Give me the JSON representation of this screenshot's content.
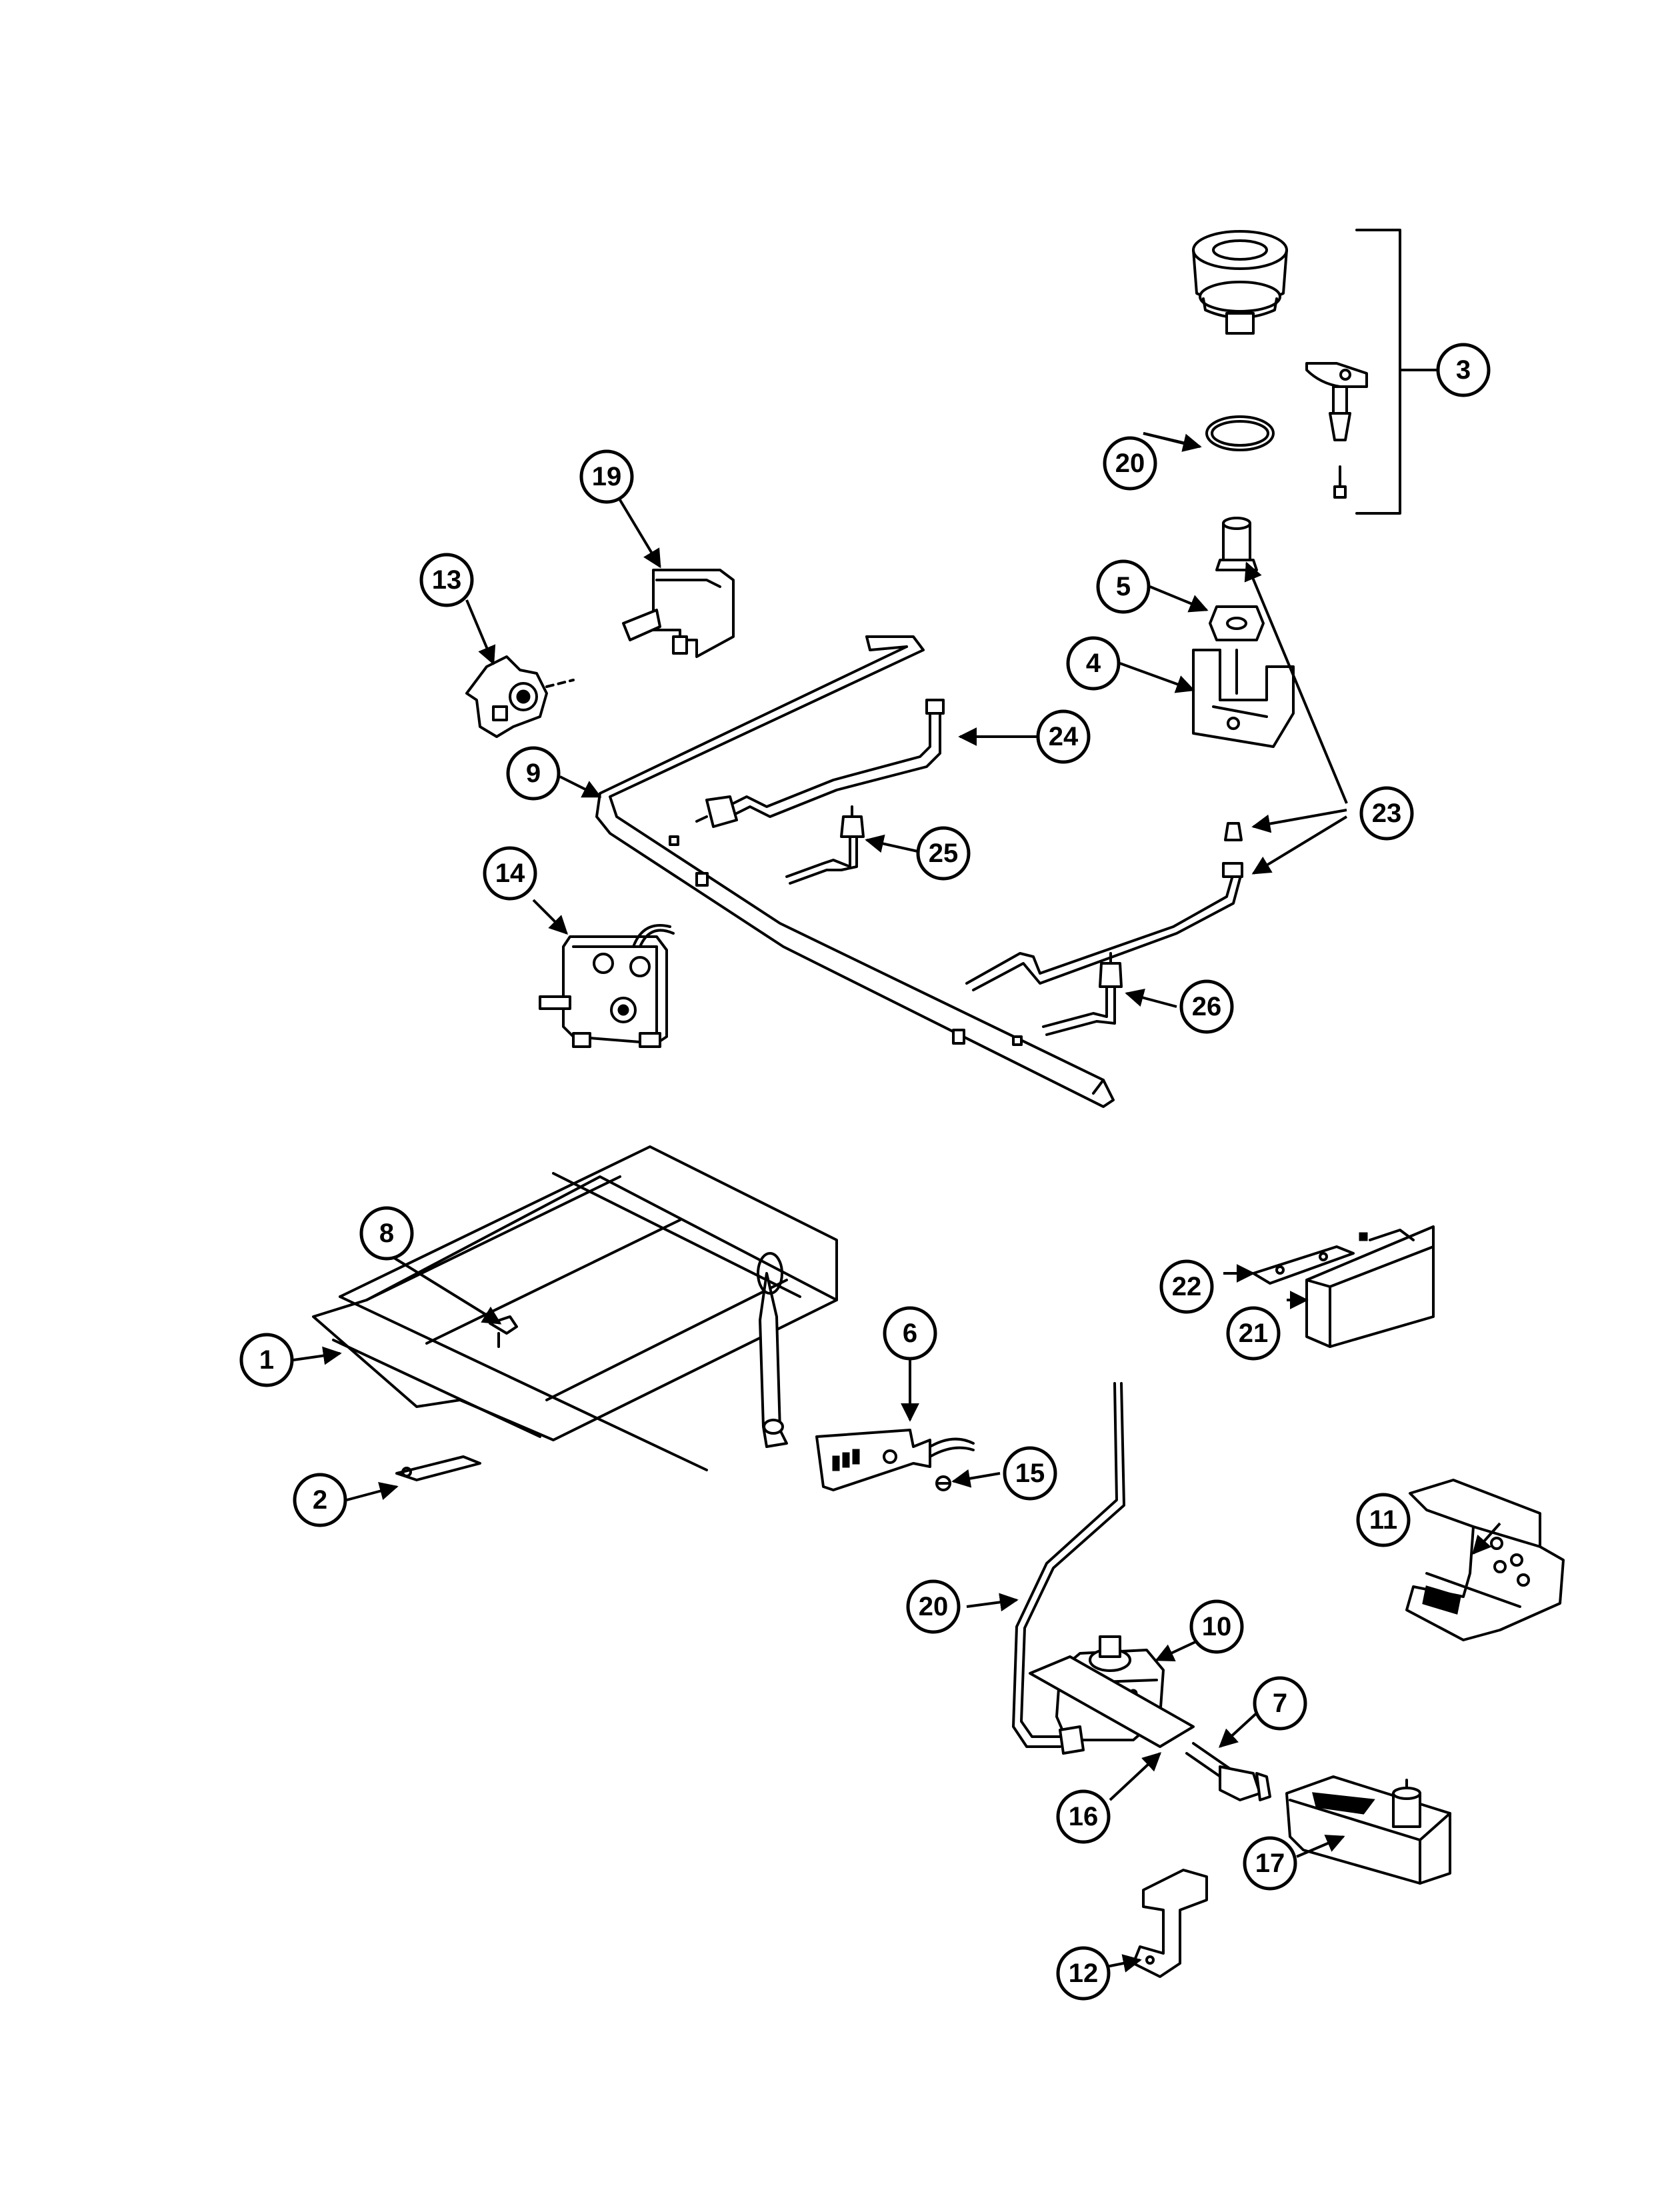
{
  "callouts": {
    "c1": "1",
    "c2": "2",
    "c3": "3",
    "c4": "4",
    "c5": "5",
    "c6": "6",
    "c7": "7",
    "c8": "8",
    "c9": "9",
    "c10": "10",
    "c11": "11",
    "c12": "12",
    "c13": "13",
    "c14": "14",
    "c15": "15",
    "c16": "16",
    "c17": "17",
    "c19": "19",
    "c20a": "20",
    "c20b": "20",
    "c21": "21",
    "c22": "22",
    "c23": "23",
    "c24": "24",
    "c25": "25",
    "c26": "26"
  }
}
